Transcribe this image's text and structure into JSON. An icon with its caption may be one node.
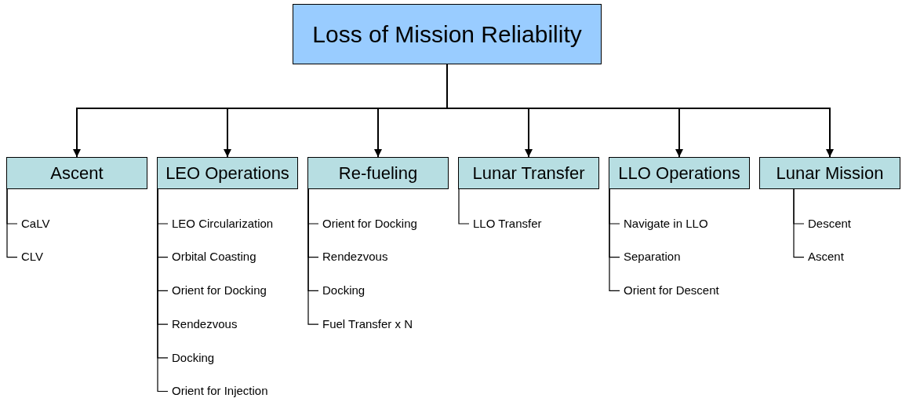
{
  "diagram": {
    "nodes": [
      {
        "text": [
          "Loss of Mission Reliability"
        ]
      },
      {
        "text": [
          "Ascent"
        ]
      },
      {
        "text": [
          "CaLV"
        ]
      },
      {
        "text": [
          "CLV"
        ]
      },
      {
        "text": [
          "LEO Operations"
        ]
      },
      {
        "text": [
          "LEO Circularization"
        ]
      },
      {
        "text": [
          "Orbital Coasting"
        ]
      },
      {
        "text": [
          "Orient for Docking"
        ]
      },
      {
        "text": [
          "Rendezvous"
        ]
      },
      {
        "text": [
          "Docking"
        ]
      },
      {
        "text": [
          "Orient for Injection"
        ]
      },
      {
        "text": [
          "Re-fueling"
        ]
      },
      {
        "text": [
          "Orient for Docking"
        ]
      },
      {
        "text": [
          "Rendezvous"
        ]
      },
      {
        "text": [
          "Docking"
        ]
      },
      {
        "text": [
          "Fuel Transfer x N"
        ]
      },
      {
        "text": [
          "Lunar Transfer"
        ]
      },
      {
        "text": [
          "LLO Transfer"
        ]
      },
      {
        "text": [
          "LLO Operations"
        ]
      },
      {
        "text": [
          "Navigate in LLO"
        ]
      },
      {
        "text": [
          "Separation"
        ]
      },
      {
        "text": [
          "Orient for Descent"
        ]
      },
      {
        "text": [
          "Lunar Mission"
        ]
      },
      {
        "text": [
          "Descent"
        ]
      },
      {
        "text": [
          "Ascent"
        ]
      }
    ],
    "edges": [
      {
        "from": 0,
        "to": 1,
        "arrow": "to"
      },
      {
        "from": 0,
        "to": 4,
        "arrow": "to"
      },
      {
        "from": 0,
        "to": 11,
        "arrow": "to"
      },
      {
        "from": 0,
        "to": 16,
        "arrow": "to"
      },
      {
        "from": 0,
        "to": 18,
        "arrow": "to"
      },
      {
        "from": 0,
        "to": 22,
        "arrow": "to"
      },
      {
        "from": 1,
        "to": 2,
        "arrow": "none"
      },
      {
        "from": 1,
        "to": 3,
        "arrow": "none"
      },
      {
        "from": 4,
        "to": 5,
        "arrow": "none"
      },
      {
        "from": 4,
        "to": 6,
        "arrow": "none"
      },
      {
        "from": 4,
        "to": 7,
        "arrow": "none"
      },
      {
        "from": 4,
        "to": 8,
        "arrow": "none"
      },
      {
        "from": 4,
        "to": 9,
        "arrow": "none"
      },
      {
        "from": 4,
        "to": 10,
        "arrow": "none"
      },
      {
        "from": 11,
        "to": 12,
        "arrow": "none"
      },
      {
        "from": 11,
        "to": 13,
        "arrow": "none"
      },
      {
        "from": 11,
        "to": 14,
        "arrow": "none"
      },
      {
        "from": 11,
        "to": 15,
        "arrow": "none"
      },
      {
        "from": 16,
        "to": 17,
        "arrow": "none"
      },
      {
        "from": 18,
        "to": 19,
        "arrow": "none"
      },
      {
        "from": 18,
        "to": 20,
        "arrow": "none"
      },
      {
        "from": 18,
        "to": 21,
        "arrow": "none"
      },
      {
        "from": 22,
        "to": 23,
        "arrow": "none"
      },
      {
        "from": 22,
        "to": 24,
        "arrow": "none"
      }
    ]
  }
}
